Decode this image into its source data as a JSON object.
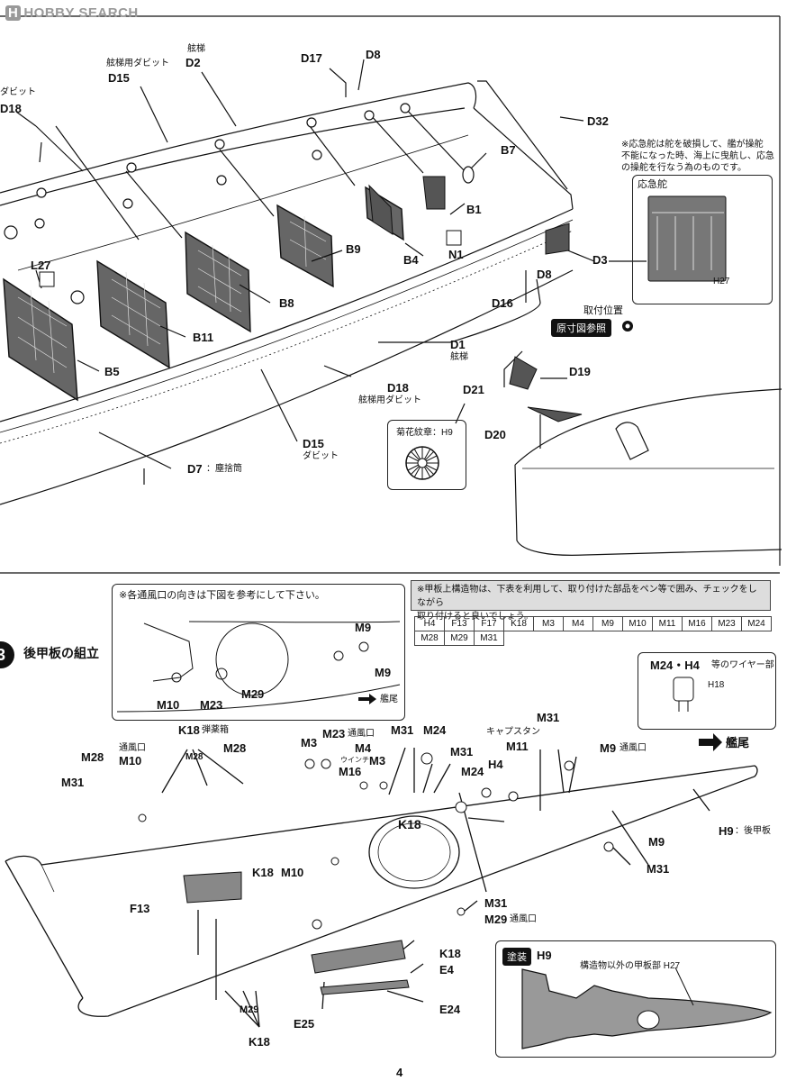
{
  "header": {
    "logo_mark": "H",
    "logo_text": "HOBBY SEARCH"
  },
  "top_labels": {
    "d18_note": "ダビット",
    "d18": "D18",
    "d15_top_note": "舷梯用ダビット",
    "d15_top": "D15",
    "d2_note": "舷梯",
    "d2": "D2",
    "d17": "D17",
    "d8_top": "D8",
    "d32": "D32",
    "b7": "B7",
    "b1": "B1",
    "b9": "B9",
    "b4": "B4",
    "n1": "N1",
    "l27": "L27",
    "b8": "B8",
    "b11": "B11",
    "b5": "B5",
    "d3": "D3",
    "d8": "D8",
    "d16": "D16",
    "d1": "D1",
    "d1_note": "舷梯",
    "d18_bottom": "D18",
    "d18_bottom_note": "舷梯用ダビット",
    "d21": "D21",
    "d19": "D19",
    "d20": "D20",
    "d15_bottom": "D15",
    "d15_bottom_note": "ダビット",
    "d7": "D7",
    "d7_note": "：塵捨筒"
  },
  "emergency_rudder": {
    "note_line1": "※応急舵は舵を破損して、艦が操舵",
    "note_line2": "不能になった時、海上に曳航し、応急",
    "note_line3": "の操舵を行なう為のものです。",
    "title": "応急舵",
    "part": "H27"
  },
  "mount_position": {
    "title": "取付位置",
    "ref": "原寸図参照"
  },
  "chrysanthemum": {
    "label": "菊花紋章：H9"
  },
  "vent_box": {
    "note": "※各通風口の向きは下図を参考にして下さい。",
    "m9a": "M9",
    "m9b": "M9",
    "m10": "M10",
    "m23": "M23",
    "m29": "M29",
    "stern": "艦尾"
  },
  "structure_note": {
    "line1": "※甲板上構造物は、下表を利用して、取り付けた部品をペン等で囲み、チェックをしながら",
    "line2": "取り付けると良いでしょう。",
    "row1": [
      "H4",
      "F13",
      "F17",
      "K18",
      "M3",
      "M4",
      "M9",
      "M10",
      "M11",
      "M16",
      "M23",
      "M24"
    ],
    "row2": [
      "M28",
      "M29",
      "M31"
    ]
  },
  "wire_box": {
    "title": "M24・H4",
    "sub": "等のワイヤー部",
    "part": "H18"
  },
  "step": {
    "number": "3",
    "title": "後甲板の組立"
  },
  "stern_arrow": "艦尾",
  "deck_labels": {
    "k18_top": "K18",
    "k18_top_note": "弾薬箱",
    "m28a": "M28",
    "m28b": "M28",
    "m28c": "M28",
    "vent1": "通風口",
    "m10a": "M10",
    "m31a": "M31",
    "m3a": "M3",
    "m23": "M23",
    "m23_note": "通風口",
    "m4": "M4",
    "m3b": "M3",
    "winch": "ウインチ",
    "m16": "M16",
    "m31b": "M31",
    "m24a": "M24",
    "m31c": "M31",
    "m24b": "M24",
    "capstan": "キャプスタン",
    "m11": "M11",
    "h4": "H4",
    "m31d": "M31",
    "m9a": "M9",
    "m9a_note": "通風口",
    "h9": "H9",
    "h9_note": "：後甲板",
    "k18_mid": "K18",
    "k18_left": "K18",
    "m10b": "M10",
    "m9b": "M9",
    "m31e": "M31",
    "f13": "F13",
    "m31f": "M31",
    "m29": "M29",
    "m29_note": "通風口",
    "k18_right": "K18",
    "e4": "E4",
    "e25": "E25",
    "e24": "E24",
    "m29b": "M29",
    "k18_bottom": "K18"
  },
  "paint_box": {
    "tag": "塗装",
    "part": "H9",
    "note": "構造物以外の甲板部 H27"
  },
  "page_number": "4"
}
